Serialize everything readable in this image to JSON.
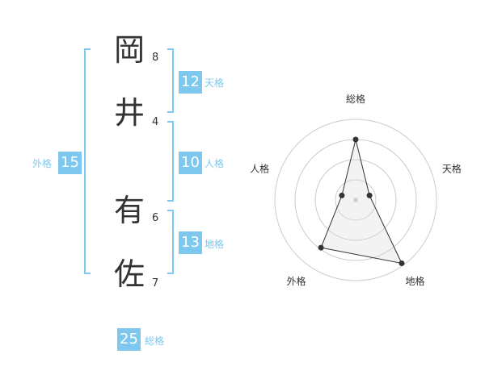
{
  "name": {
    "chars": [
      {
        "char": "岡",
        "strokes": "8"
      },
      {
        "char": "井",
        "strokes": "4"
      },
      {
        "char": "有",
        "strokes": "6"
      },
      {
        "char": "佐",
        "strokes": "7"
      }
    ]
  },
  "fortune": {
    "tenkaku": {
      "value": "12",
      "label": "天格"
    },
    "jinkaku": {
      "value": "10",
      "label": "人格"
    },
    "chikaku": {
      "value": "13",
      "label": "地格"
    },
    "gaikaku": {
      "value": "15",
      "label": "外格"
    },
    "soukaku": {
      "value": "25",
      "label": "総格"
    }
  },
  "colors": {
    "accent": "#7ec8f0",
    "text": "#333333"
  },
  "chart_data": {
    "type": "radar",
    "axes": [
      "総格",
      "天格",
      "地格",
      "外格",
      "人格"
    ],
    "values": [
      0.75,
      0.18,
      0.97,
      0.73,
      0.18
    ],
    "max": 1,
    "rings": 4
  }
}
